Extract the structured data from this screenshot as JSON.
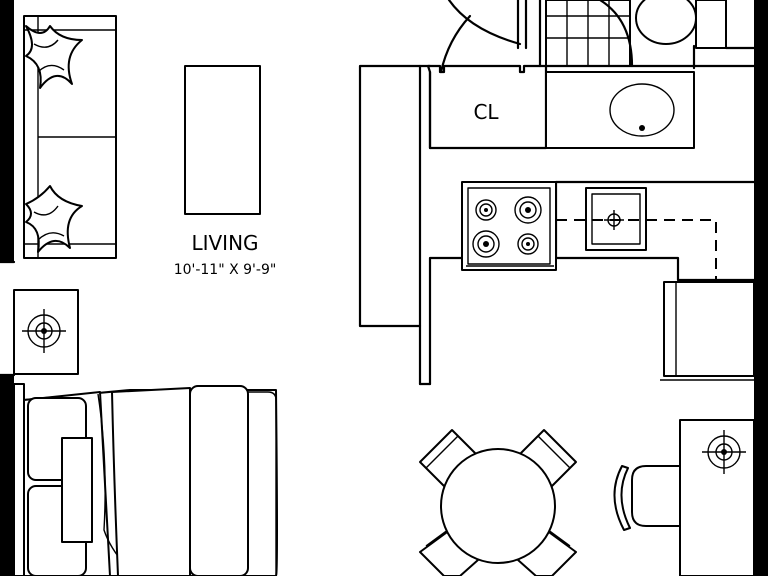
{
  "rooms": {
    "living": {
      "name": "LIVING",
      "dimensions": "10'-11\" X 9'-9\""
    },
    "closet": {
      "name": "CL"
    }
  },
  "colors": {
    "line": "#000000",
    "background": "#ffffff"
  },
  "icons": [
    "sofa",
    "coffee-table",
    "end-table-lamp",
    "bed",
    "closet-door",
    "shower",
    "toilet",
    "bathroom-sink",
    "stove",
    "kitchen-sink",
    "fridge",
    "dining-table",
    "dining-chair",
    "desk",
    "desk-lamp",
    "desk-chair"
  ]
}
